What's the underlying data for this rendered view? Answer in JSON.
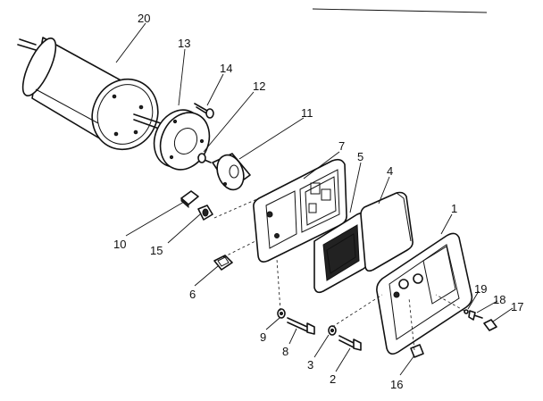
{
  "callouts": [
    {
      "id": "p20",
      "text": "20"
    },
    {
      "id": "p13",
      "text": "13"
    },
    {
      "id": "p14",
      "text": "14"
    },
    {
      "id": "p12",
      "text": "12"
    },
    {
      "id": "p11",
      "text": "11"
    },
    {
      "id": "p7",
      "text": "7"
    },
    {
      "id": "p5",
      "text": "5"
    },
    {
      "id": "p4",
      "text": "4"
    },
    {
      "id": "p1",
      "text": "1"
    },
    {
      "id": "p10",
      "text": "10"
    },
    {
      "id": "p15",
      "text": "15"
    },
    {
      "id": "p6",
      "text": "6"
    },
    {
      "id": "p9",
      "text": "9"
    },
    {
      "id": "p8",
      "text": "8"
    },
    {
      "id": "p3",
      "text": "3"
    },
    {
      "id": "p2",
      "text": "2"
    },
    {
      "id": "p16",
      "text": "16"
    },
    {
      "id": "p19",
      "text": "19"
    },
    {
      "id": "p18",
      "text": "18"
    },
    {
      "id": "p17",
      "text": "17"
    }
  ]
}
